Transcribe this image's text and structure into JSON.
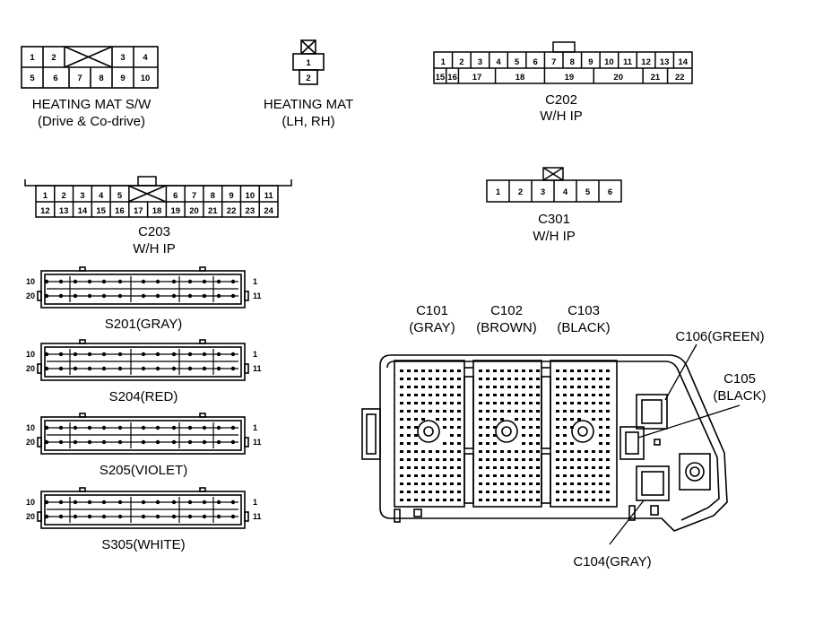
{
  "connectors": {
    "heating_mat_sw": {
      "row1": [
        "1",
        "2",
        "",
        "3",
        "4"
      ],
      "row2": [
        "5",
        "6",
        "7",
        "8",
        "9",
        "10"
      ],
      "label1": "HEATING MAT S/W",
      "label2": "(Drive & Co-drive)"
    },
    "heating_mat": {
      "pins": [
        "1",
        "2"
      ],
      "label1": "HEATING MAT",
      "label2": "(LH, RH)"
    },
    "c202": {
      "row1": [
        "1",
        "2",
        "3",
        "4",
        "5",
        "6",
        "7",
        "8",
        "9",
        "10",
        "11",
        "12",
        "13",
        "14"
      ],
      "row2": [
        "15",
        "16",
        "17",
        "18",
        "19",
        "20",
        "21",
        "22"
      ],
      "label1": "C202",
      "label2": "W/H IP"
    },
    "c203": {
      "row1": [
        "1",
        "2",
        "3",
        "4",
        "5",
        "",
        "6",
        "7",
        "8",
        "9",
        "10",
        "11"
      ],
      "row2": [
        "12",
        "13",
        "14",
        "15",
        "16",
        "17",
        "18",
        "19",
        "20",
        "21",
        "22",
        "23",
        "24"
      ],
      "label1": "C203",
      "label2": "W/H IP"
    },
    "c301": {
      "pins": [
        "1",
        "2",
        "3",
        "4",
        "5",
        "6"
      ],
      "label1": "C301",
      "label2": "W/H IP"
    }
  },
  "splices": [
    {
      "label": "S201(GRAY)",
      "left_top": "10",
      "left_bottom": "20",
      "right_top": "1",
      "right_bottom": "11"
    },
    {
      "label": "S204(RED)",
      "left_top": "10",
      "left_bottom": "20",
      "right_top": "1",
      "right_bottom": "11"
    },
    {
      "label": "S205(VIOLET)",
      "left_top": "10",
      "left_bottom": "20",
      "right_top": "1",
      "right_bottom": "11"
    },
    {
      "label": "S305(WHITE)",
      "left_top": "10",
      "left_bottom": "20",
      "right_top": "1",
      "right_bottom": "11"
    }
  ],
  "junction_box": {
    "c101": [
      "C101",
      "(GRAY)"
    ],
    "c102": [
      "C102",
      "(BROWN)"
    ],
    "c103": [
      "C103",
      "(BLACK)"
    ],
    "c106": "C106(GREEN)",
    "c105": [
      "C105",
      "(BLACK)"
    ],
    "c104": "C104(GRAY)"
  }
}
